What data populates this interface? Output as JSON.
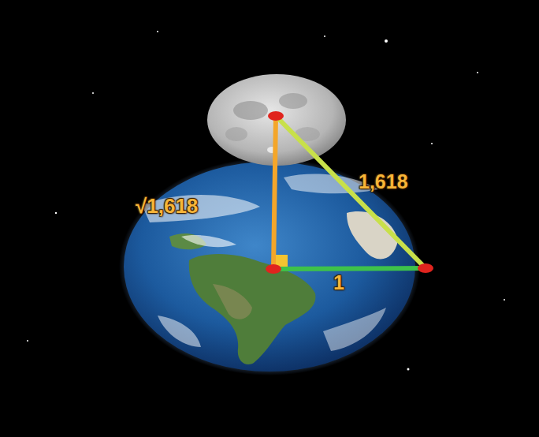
{
  "diagram": {
    "labels": [
      "√1,618",
      "1,618",
      "1"
    ]
  }
}
